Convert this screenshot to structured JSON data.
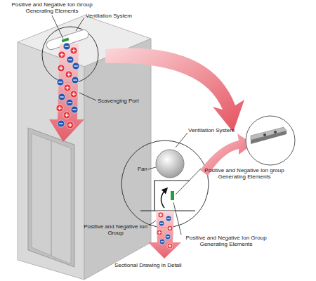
{
  "diagram": {
    "labels": [
      "Positive and Negative Ion Group Generating Elements",
      "Ventilation System",
      "Scavenging Port",
      "Ventilation System",
      "Fan",
      "Positive and Negative Ion group Generating Elements",
      "Positive and Negative Ion Group",
      "Positive and Negative Ion Group Generating Elements",
      "Sectional Drawing in Detail"
    ]
  }
}
